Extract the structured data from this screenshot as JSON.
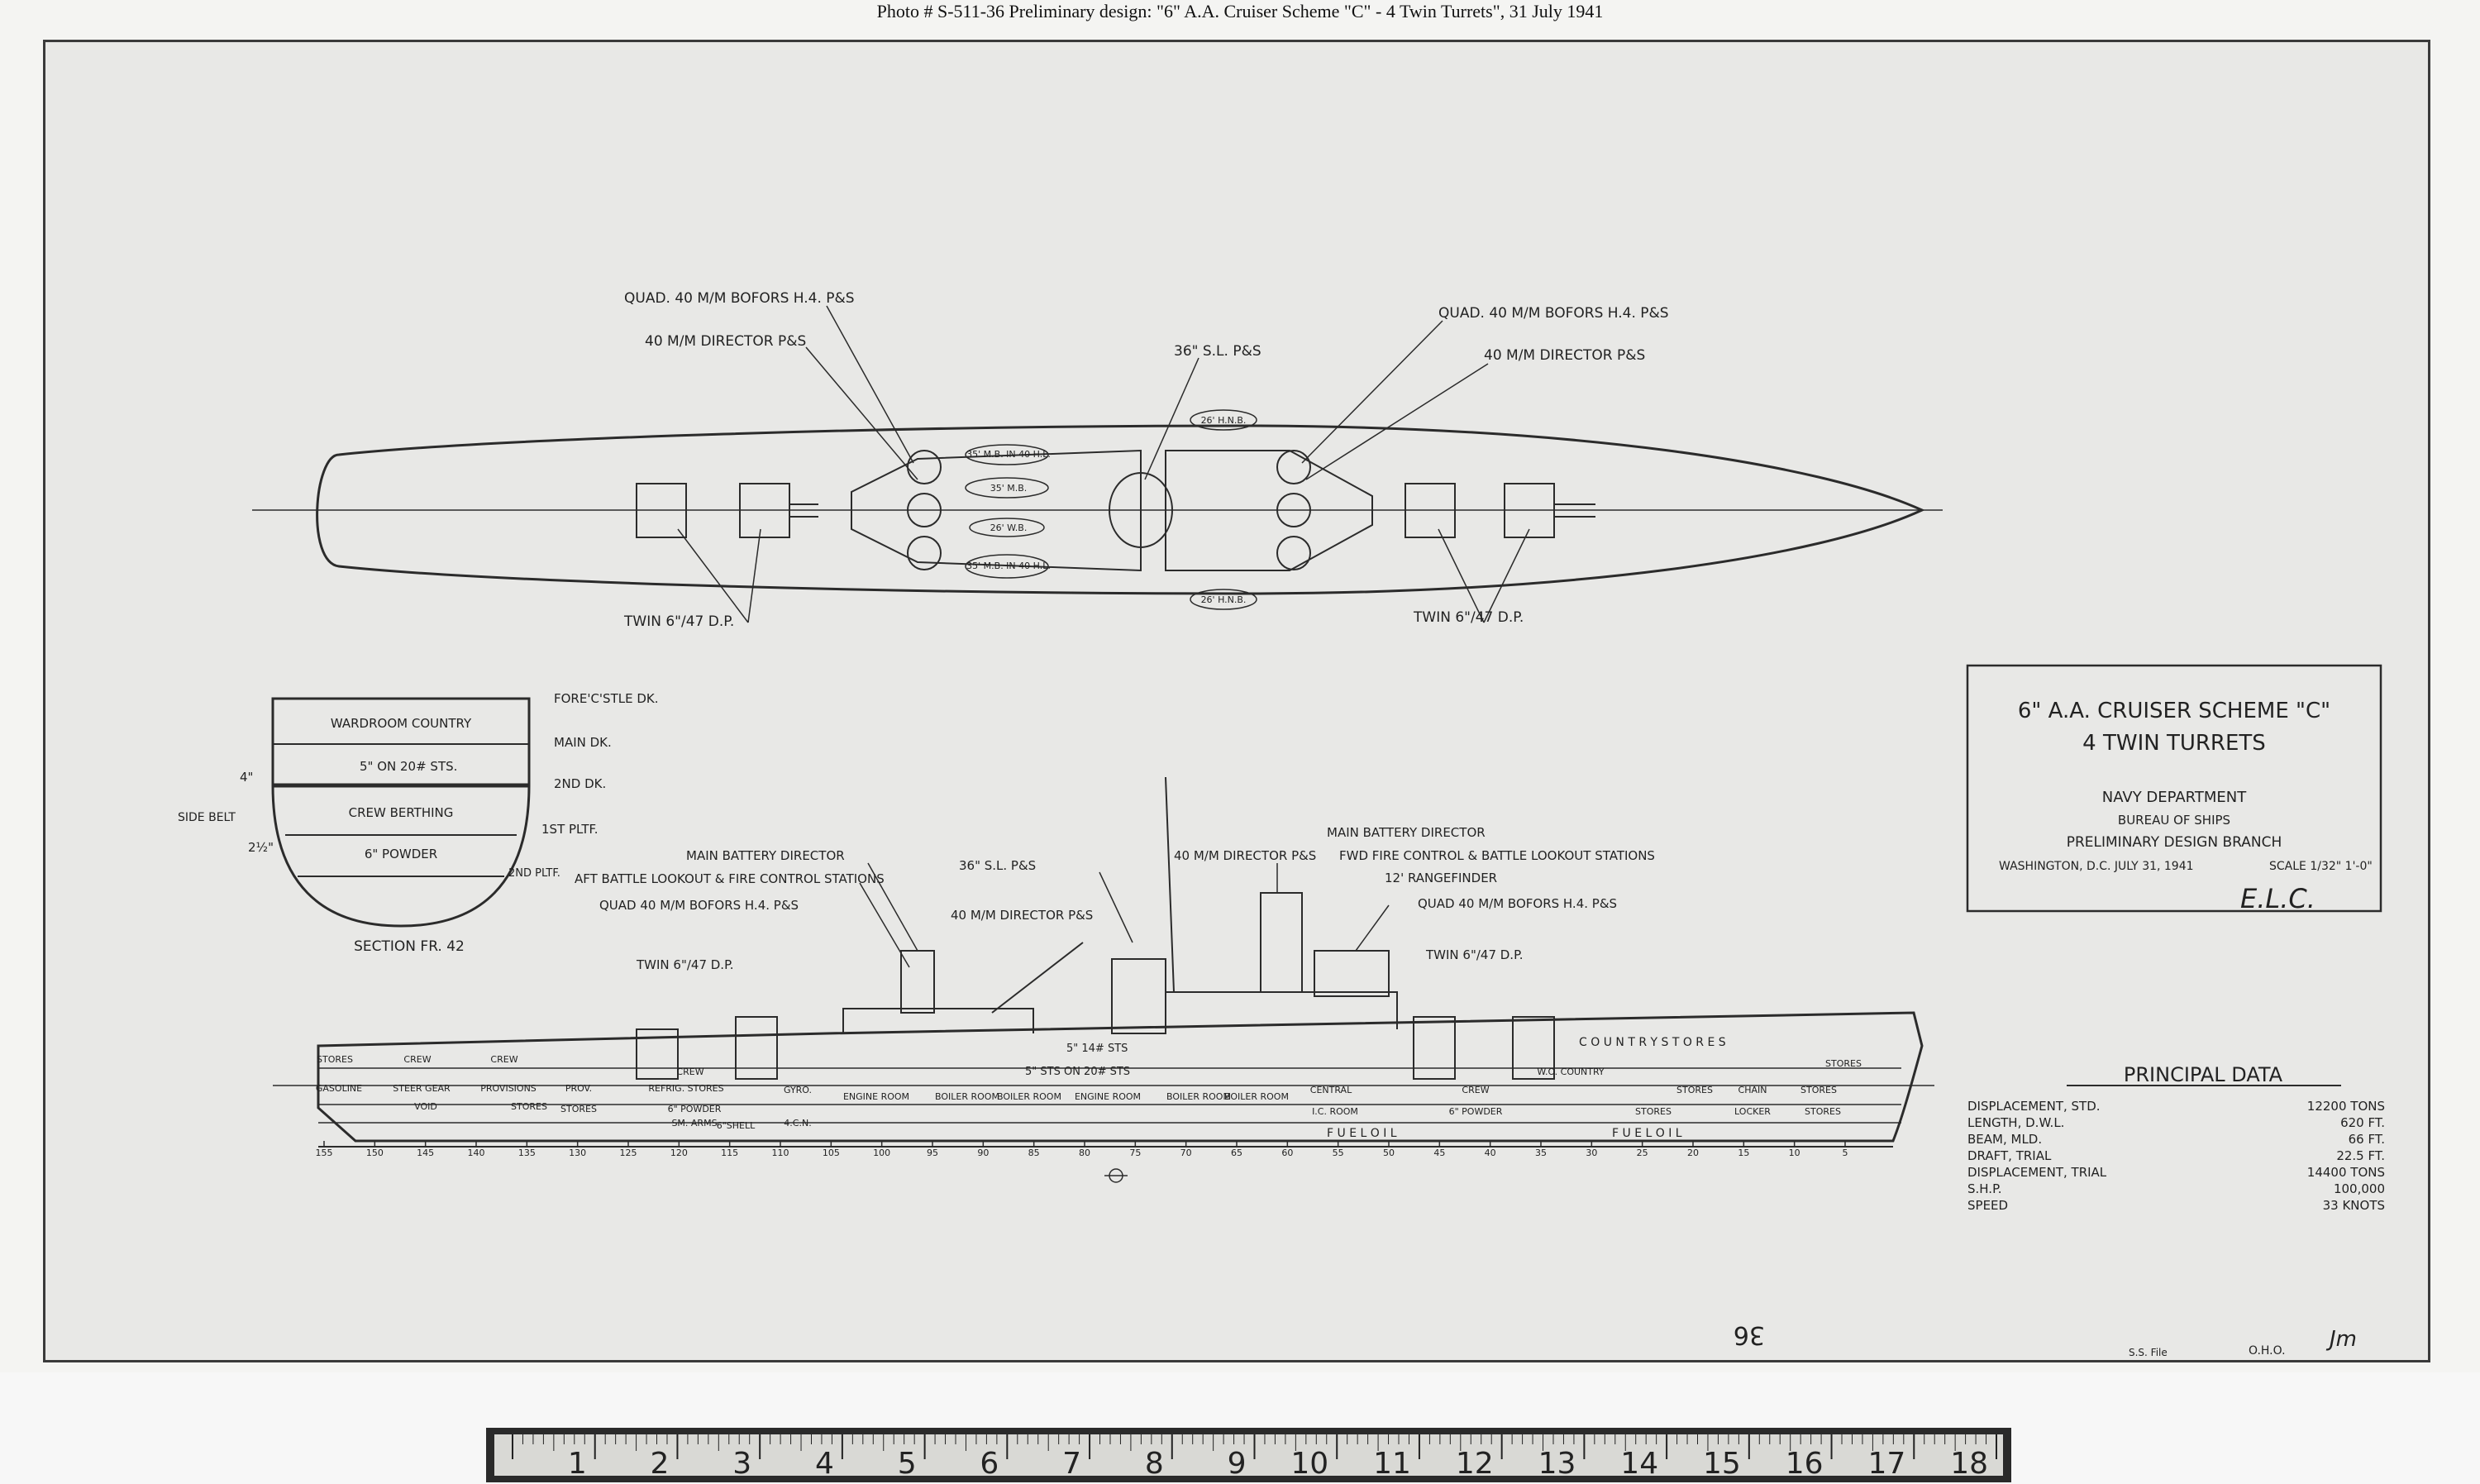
{
  "caption": "Photo # S-511-36 Preliminary design: \"6\" A.A. Cruiser Scheme \"C\" - 4 Twin Turrets\", 31 July 1941",
  "plan_labels": {
    "quad_bofors_left": "QUAD. 40 M/M BOFORS H.4. P&S",
    "director_left": "40 M/M DIRECTOR P&S",
    "searchlight": "36\" S.L. P&S",
    "quad_bofors_right": "QUAD. 40 M/M BOFORS H.4. P&S",
    "director_right": "40 M/M DIRECTOR P&S",
    "twin_left": "TWIN 6\"/47 D.P.",
    "twin_right": "TWIN 6\"/47 D.P.",
    "mb_top": "35' M.B. IN 40 H.L.",
    "mb_mid": "35' M.B.",
    "wb_mid": "26' W.B.",
    "mb_bottom": "35' M.B. IN 40 H.L.",
    "hnb_top": "26' H.N.B.",
    "hnb_bottom": "26' H.N.B."
  },
  "section": {
    "forecastle": "FORE'C'STLE DK.",
    "wardroom": "WARDROOM COUNTRY",
    "main_deck": "MAIN DK.",
    "armor": "5\" ON 20# STS.",
    "four_in": "4\"",
    "second_deck": "2ND DK.",
    "side_belt": "SIDE BELT",
    "crew_berthing": "CREW BERTHING",
    "first_platform": "1ST PLTF.",
    "two_and_half": "2½\"",
    "powder": "6\" POWDER",
    "second_platform": "2ND PLTF.",
    "title": "SECTION FR. 42"
  },
  "profile_labels": {
    "main_director_left": "MAIN BATTERY DIRECTOR",
    "aft_lookout": "AFT BATTLE LOOKOUT & FIRE CONTROL STATIONS",
    "quad_aft": "QUAD 40 M/M BOFORS H.4. P&S",
    "twin_aft": "TWIN 6\"/47 D.P.",
    "sl": "36\" S.L. P&S",
    "director_aft": "40 M/M DIRECTOR P&S",
    "director_fwd": "40 M/M DIRECTOR P&S",
    "main_director_right": "MAIN BATTERY DIRECTOR",
    "fwd_lookout": "FWD FIRE CONTROL & BATTLE LOOKOUT STATIONS",
    "rangefinder": "12' RANGEFINDER",
    "quad_fwd": "QUAD 40 M/M BOFORS H.4. P&S",
    "twin_fwd": "TWIN 6\"/47 D.P.",
    "armor_deck": "5\" 14# STS",
    "armor_belt": "5\" STS ON 20# STS",
    "country_stores": "C O U N T R Y     S T O R E S",
    "fuel_oil": "F U E L   O I L",
    "fuel_oil2": "F U E L   O I L",
    "frame_numbers": [
      "155",
      "150",
      "145",
      "140",
      "135",
      "130",
      "125",
      "120",
      "115",
      "110",
      "105",
      "100",
      "95",
      "90",
      "85",
      "80",
      "75",
      "70",
      "65",
      "60",
      "55",
      "50",
      "45",
      "40",
      "35",
      "30",
      "25",
      "20",
      "15",
      "10",
      "5"
    ],
    "compartments": [
      "STORES",
      "CREW",
      "CREW",
      "GASOLINE",
      "STEER GEAR",
      "PROVISIONS",
      "VOID",
      "STORES",
      "STORES",
      "PROV.",
      "CREW",
      "REFRIG. STORES",
      "6\" POWDER",
      "SM. ARMS",
      "6\"SHELL",
      "GYRO.",
      "4.C.N.",
      "ENGINE ROOM",
      "BOILER ROOM",
      "BOILER ROOM",
      "ENGINE ROOM",
      "BOILER ROOM",
      "BOILER ROOM",
      "CENTRAL",
      "I.C. ROOM",
      "CREW",
      "6\" POWDER",
      "W.O. COUNTRY",
      "STORES",
      "STORES",
      "CHAIN",
      "LOCKER",
      "STORES",
      "STORES",
      "STORES"
    ]
  },
  "title_block": {
    "line1": "6\" A.A. CRUISER SCHEME \"C\"",
    "line2": "4 TWIN TURRETS",
    "dept": "NAVY DEPARTMENT",
    "bureau": "BUREAU OF SHIPS",
    "branch": "PRELIMINARY DESIGN BRANCH",
    "place_date": "WASHINGTON, D.C.   JULY 31, 1941",
    "scale": "SCALE 1/32\" 1'-0\"",
    "initials": "E.L.C."
  },
  "principal_data": {
    "title": "PRINCIPAL DATA",
    "rows": [
      {
        "label": "DISPLACEMENT, STD.",
        "value": "12200 TONS"
      },
      {
        "label": "LENGTH, D.W.L.",
        "value": "620 FT."
      },
      {
        "label": "BEAM, MLD.",
        "value": "66 FT."
      },
      {
        "label": "DRAFT, TRIAL",
        "value": "22.5 FT."
      },
      {
        "label": "DISPLACEMENT, TRIAL",
        "value": "14400 TONS"
      },
      {
        "label": "S.H.P.",
        "value": "100,000"
      },
      {
        "label": "SPEED",
        "value": "33 KNOTS"
      }
    ]
  },
  "sheet_number": "36",
  "footer_notes": {
    "file": "S.S. File",
    "code": "O.H.O.",
    "sign": "Jm"
  },
  "ruler": {
    "numbers": [
      "1",
      "2",
      "3",
      "4",
      "5",
      "6",
      "7",
      "8",
      "9",
      "10",
      "11",
      "12",
      "13",
      "14",
      "15",
      "16",
      "17",
      "18"
    ]
  }
}
